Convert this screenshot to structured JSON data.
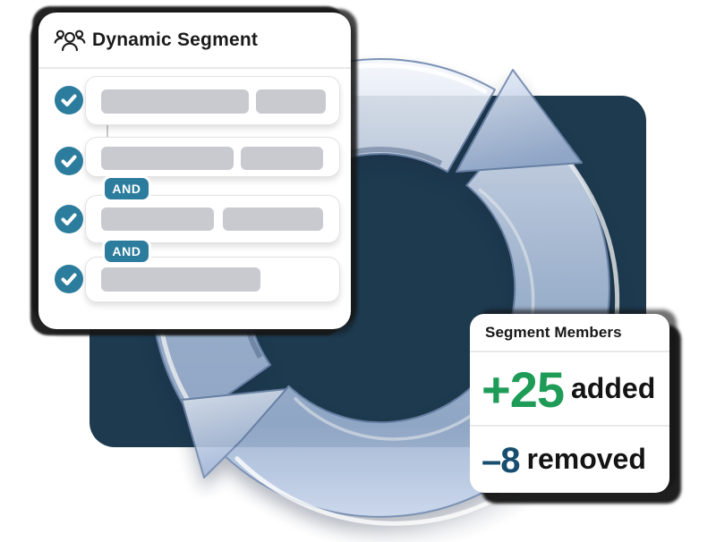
{
  "dynamic_segment_card": {
    "title": "Dynamic Segment",
    "and_label": "AND",
    "rule_rows": 4
  },
  "segment_members_card": {
    "title": "Segment Members",
    "added": {
      "value": "+25",
      "label": "added"
    },
    "removed": {
      "value": "–8",
      "label": "removed"
    }
  },
  "colors": {
    "teal_accent": "#2c7d9d",
    "navy_panel": "#1d3a4f",
    "added_green": "#1e9b57",
    "removed_blue": "#174e6f",
    "arrow_blue": "#a5bad7",
    "sticker_shadow": "#1a1a1a",
    "placeholder_gray": "#c9cad0"
  },
  "icons": {
    "card1_header": "users-group-icon",
    "row_marker": "checkmark-icon",
    "center_graphic": "refresh-cycle-arrows"
  }
}
